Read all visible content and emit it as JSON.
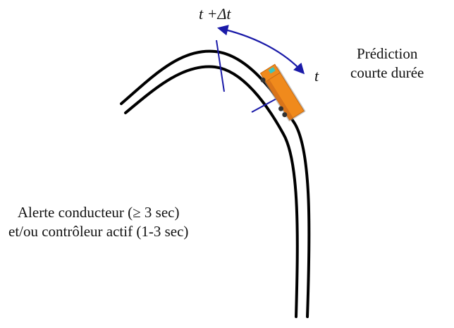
{
  "labels": {
    "time_future": "t +Δt",
    "time_now": "t",
    "prediction": {
      "line1": "Prédiction",
      "line2": "courte durée"
    },
    "alert": {
      "line1": "Alerte conducteur (≥ 3 sec)",
      "line2": "et/ou contrôleur actif (1-3 sec)"
    }
  },
  "colors": {
    "road": "#000000",
    "marker": "#1a1aa8",
    "arrow": "#1a1aa8",
    "truck_body": "#f08a1c",
    "truck_body_dark": "#c86a10",
    "truck_window": "#39c6c0"
  },
  "icons": {
    "vehicle": "truck-icon"
  }
}
